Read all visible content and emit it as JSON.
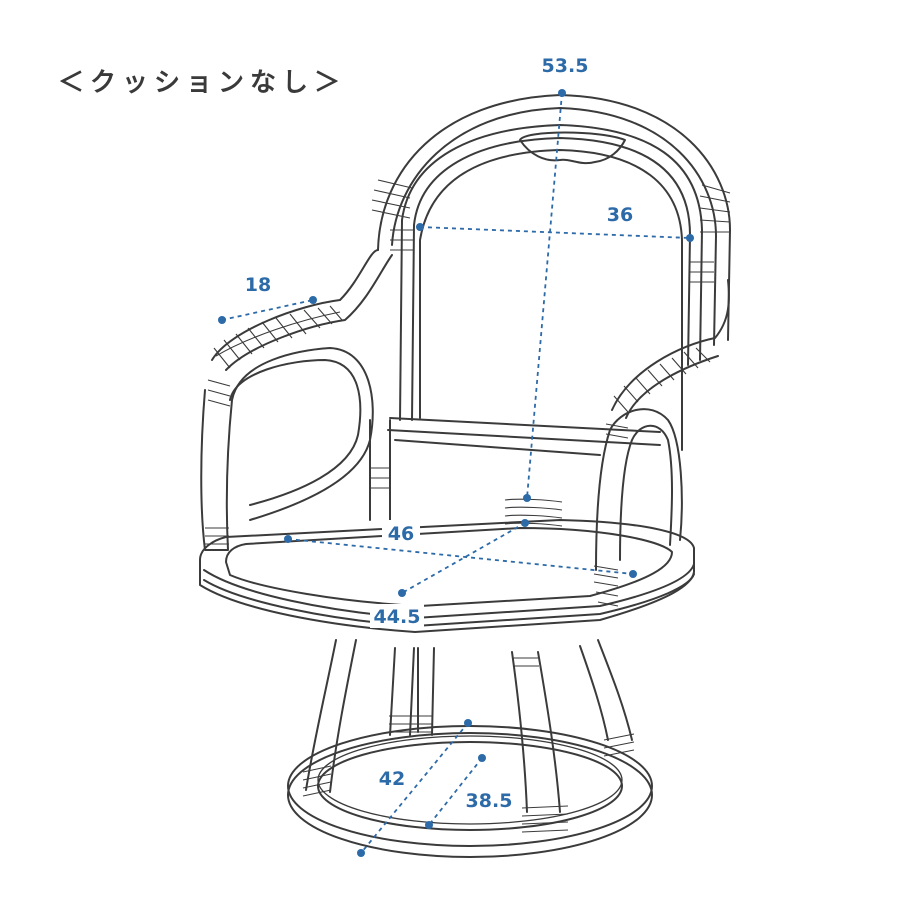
{
  "title": "＜クッションなし＞",
  "colors": {
    "dimension": "#2c6aa8",
    "outline": "#3b3b3b",
    "title": "#3a3a3a"
  },
  "dimensions": {
    "total_width": "53.5",
    "back_width": "36",
    "armrest_width": "18",
    "seat_width": "46",
    "seat_depth": "44.5",
    "base_outer": "42",
    "base_inner": "38.5"
  }
}
